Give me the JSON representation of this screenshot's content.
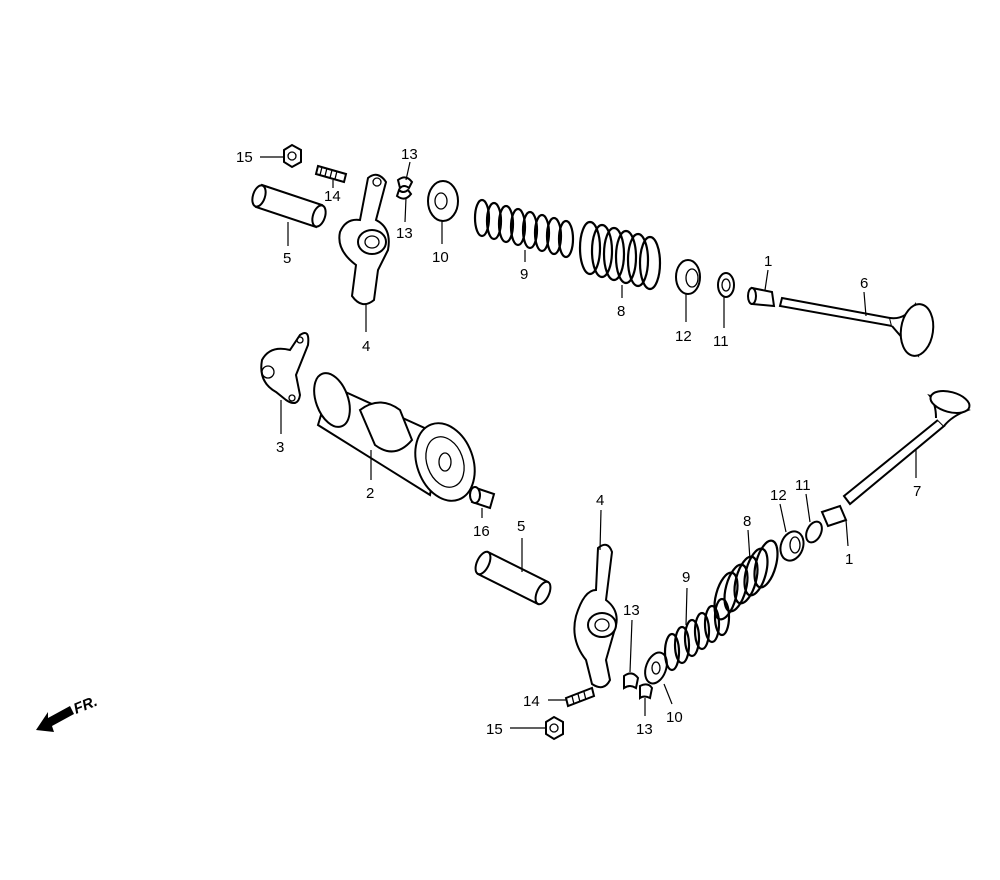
{
  "diagram": {
    "title": "Camshaft / Valve exploded view",
    "direction_indicator": "FR.",
    "labels": {
      "upper_15": "15",
      "upper_14": "14",
      "upper_13a": "13",
      "upper_13b": "13",
      "upper_10": "10",
      "upper_5": "5",
      "upper_9": "9",
      "upper_8": "8",
      "upper_12": "12",
      "upper_11": "11",
      "upper_1": "1",
      "upper_6": "6",
      "upper_4": "4",
      "cam_holder_3": "3",
      "camshaft_2": "2",
      "pin_16": "16",
      "lower_5": "5",
      "lower_4": "4",
      "lower_7": "7",
      "lower_11": "11",
      "lower_12": "12",
      "lower_8": "8",
      "lower_1": "1",
      "lower_9": "9",
      "lower_13a": "13",
      "lower_14": "14",
      "lower_15": "15",
      "lower_13b": "13",
      "lower_10": "10"
    }
  }
}
